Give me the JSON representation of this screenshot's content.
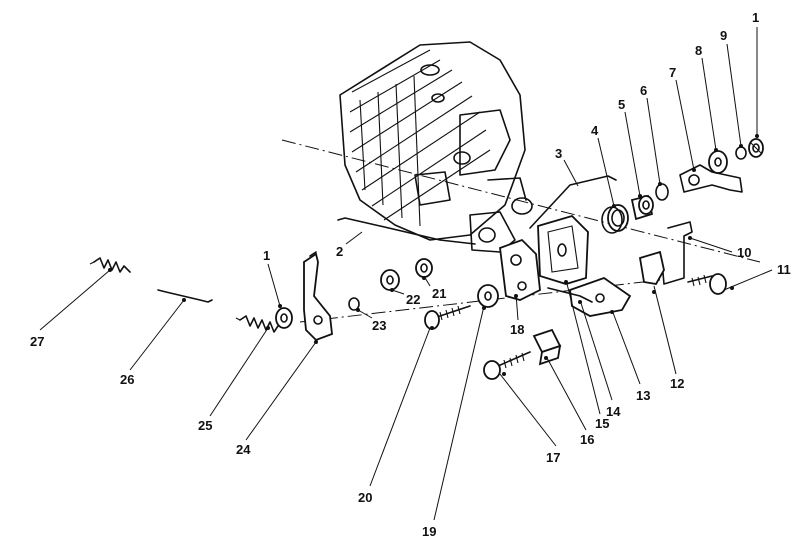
{
  "callouts": [
    {
      "id": "1a",
      "label": "1"
    },
    {
      "id": "9",
      "label": "9"
    },
    {
      "id": "8",
      "label": "8"
    },
    {
      "id": "7",
      "label": "7"
    },
    {
      "id": "6",
      "label": "6"
    },
    {
      "id": "5",
      "label": "5"
    },
    {
      "id": "4",
      "label": "4"
    },
    {
      "id": "3",
      "label": "3"
    },
    {
      "id": "2",
      "label": "2"
    },
    {
      "id": "10",
      "label": "10"
    },
    {
      "id": "11",
      "label": "11"
    },
    {
      "id": "12",
      "label": "12"
    },
    {
      "id": "13",
      "label": "13"
    },
    {
      "id": "14",
      "label": "14"
    },
    {
      "id": "15",
      "label": "15"
    },
    {
      "id": "16",
      "label": "16"
    },
    {
      "id": "17",
      "label": "17"
    },
    {
      "id": "18",
      "label": "18"
    },
    {
      "id": "19",
      "label": "19"
    },
    {
      "id": "20",
      "label": "20"
    },
    {
      "id": "21",
      "label": "21"
    },
    {
      "id": "22",
      "label": "22"
    },
    {
      "id": "23",
      "label": "23"
    },
    {
      "id": "24",
      "label": "24"
    },
    {
      "id": "25",
      "label": "25"
    },
    {
      "id": "26",
      "label": "26"
    },
    {
      "id": "27",
      "label": "27"
    },
    {
      "id": "1b",
      "label": "1"
    }
  ]
}
